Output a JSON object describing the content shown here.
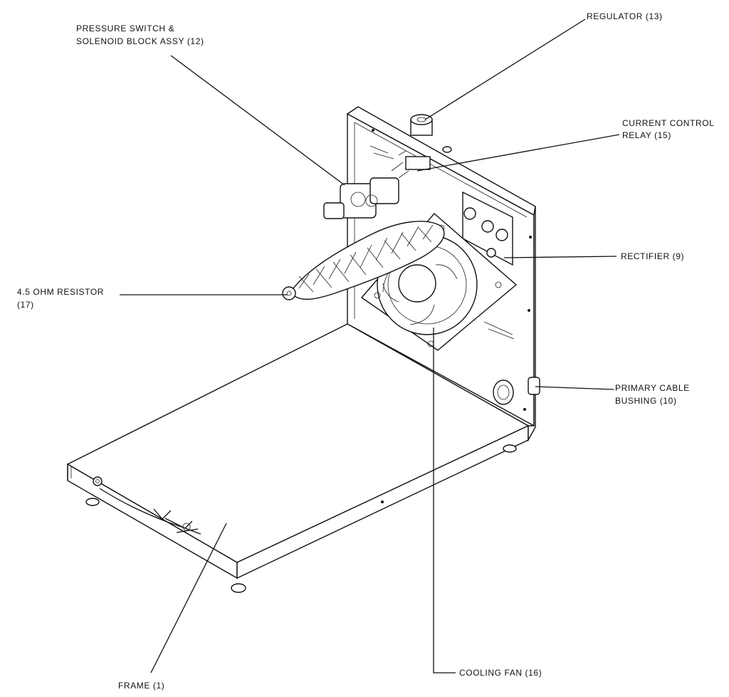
{
  "labels": {
    "pressure_switch_line1": "PRESSURE SWITCH &",
    "pressure_switch_line2": "SOLENOID BLOCK ASSY (12)",
    "regulator": "REGULATOR (13)",
    "current_control_line1": "CURRENT CONTROL",
    "current_control_line2": "RELAY (15)",
    "rectifier": "RECTIFIER (9)",
    "resistor_line1": "4.5 OHM RESISTOR",
    "resistor_line2": "(17)",
    "primary_cable_line1": "PRIMARY CABLE",
    "primary_cable_line2": "BUSHING (10)",
    "cooling_fan": "COOLING FAN (16)",
    "frame": "FRAME (1)"
  }
}
